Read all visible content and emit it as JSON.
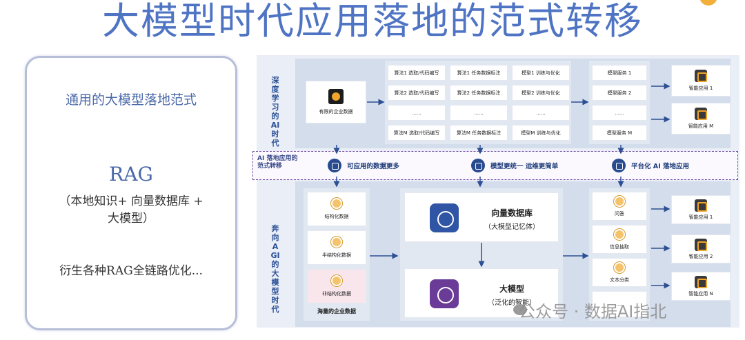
{
  "title": "大模型时代应用落地的范式转移",
  "left_card": {
    "paradigm": "通用的大模型落地范式",
    "rag": "RAG",
    "sub_line1": "（本地知识+ 向量数据库 +",
    "sub_line2": "大模型）",
    "derive": "衍生各种RAG全链路优化..."
  },
  "top_section": {
    "vertical_label": "深度学习的AI时代",
    "enterprise_data": "有限的企业数据",
    "grid": [
      [
        "算法1 选取/代码编写",
        "算法1 任务数据标注",
        "模型1 训练与优化"
      ],
      [
        "算法2 选取/代码编写",
        "算法2 任务数据标注",
        "模型2 训练与优化"
      ],
      [
        "......",
        "......",
        "......"
      ],
      [
        "算法M 选取/代码编写",
        "算法M 任务数据标注",
        "模型M 训练与优化"
      ]
    ],
    "services": [
      "模型服务 1",
      "模型服务 2",
      "......",
      "模型服务 M"
    ],
    "apps": [
      "智能应用 1",
      "智能应用 M"
    ]
  },
  "band": {
    "label_line1": "AI 落地应用的",
    "label_line2": "范式转移",
    "items": [
      "可应用的数据更多",
      "模型更统一   运维更简单",
      "平台化 AI 落地应用"
    ]
  },
  "bottom_section": {
    "vertical_label": "奔向AGI的大模型时代",
    "data_types": [
      "结构化数据",
      "半结构化数据",
      "非结构化数据"
    ],
    "data_caption": "海量的企业数据",
    "vector_db_title": "向量数据库",
    "vector_db_sub": "（大模型记忆体）",
    "llm_title": "大模型",
    "llm_sub": "（泛化的智能）",
    "tasks": [
      "问答",
      "信息抽取",
      "文本分类",
      "......"
    ],
    "apps": [
      "智能应用 1",
      "智能应用 2",
      "智能应用 N"
    ]
  },
  "watermark": "公众号 · 数据AI指北",
  "colors": {
    "title": "#4f74c3",
    "label": "#2a4f96",
    "arrow": "#2d4f93",
    "vector_icon": "#2f55a4",
    "llm_icon": "#6a3c97"
  }
}
